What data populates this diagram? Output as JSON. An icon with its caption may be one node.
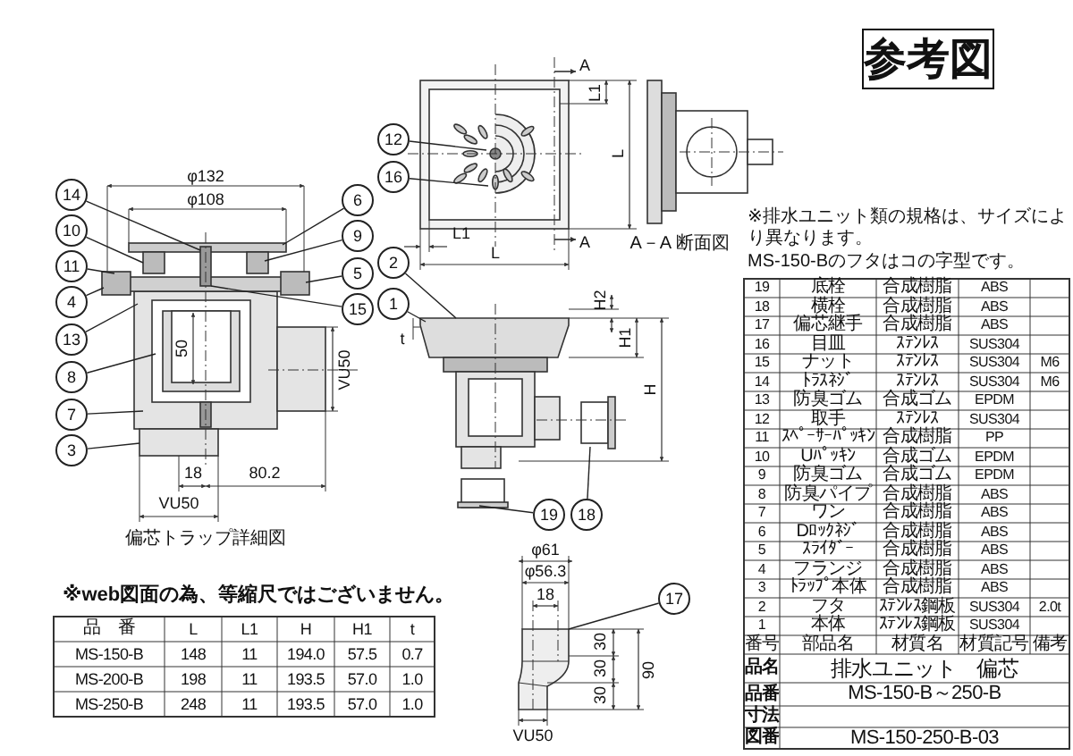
{
  "diagram": {
    "title": "参考図",
    "nodes": [
      {
        "text": [
          "14"
        ]
      },
      {
        "text": [
          "10"
        ]
      },
      {
        "text": [
          "11"
        ]
      },
      {
        "text": [
          "4"
        ]
      },
      {
        "text": [
          "13"
        ]
      },
      {
        "text": [
          "8"
        ]
      },
      {
        "text": [
          "7"
        ]
      },
      {
        "text": [
          "3"
        ]
      },
      {
        "text": [
          "6"
        ]
      },
      {
        "text": [
          "9"
        ]
      },
      {
        "text": [
          "5"
        ]
      },
      {
        "text": [
          "15"
        ]
      },
      {
        "text": [
          "12"
        ]
      },
      {
        "text": [
          "16"
        ]
      },
      {
        "text": [
          "2"
        ]
      },
      {
        "text": [
          "1"
        ]
      },
      {
        "text": [
          "19"
        ]
      },
      {
        "text": [
          "18"
        ]
      },
      {
        "text": [
          "17"
        ]
      },
      {
        "text": [],
        "shape": "picture"
      },
      {
        "text": [],
        "shape": "picture"
      },
      {
        "text": [],
        "shape": "picture"
      },
      {
        "text": [],
        "shape": "picture"
      }
    ],
    "edges": [
      {
        "from": 0,
        "to": 19,
        "arrow": "none"
      },
      {
        "from": 1,
        "to": 19,
        "arrow": "none"
      },
      {
        "from": 2,
        "to": 19,
        "arrow": "none"
      },
      {
        "from": 3,
        "to": 19,
        "arrow": "none"
      },
      {
        "from": 4,
        "to": 19,
        "arrow": "none"
      },
      {
        "from": 5,
        "to": 19,
        "arrow": "none"
      },
      {
        "from": 6,
        "to": 19,
        "arrow": "none"
      },
      {
        "from": 7,
        "to": 19,
        "arrow": "none"
      },
      {
        "from": 8,
        "to": 19,
        "arrow": "none"
      },
      {
        "from": 9,
        "to": 19,
        "arrow": "none"
      },
      {
        "from": 10,
        "to": 19,
        "arrow": "none"
      },
      {
        "from": 11,
        "to": 19,
        "arrow": "none"
      },
      {
        "from": 12,
        "to": 20,
        "arrow": "none"
      },
      {
        "from": 13,
        "to": 20,
        "arrow": "none"
      },
      {
        "from": 14,
        "to": 21,
        "arrow": "none"
      },
      {
        "from": 15,
        "to": 21,
        "arrow": "none"
      },
      {
        "from": 16,
        "to": 21,
        "arrow": "none"
      },
      {
        "from": 17,
        "to": 21,
        "arrow": "none"
      },
      {
        "from": 18,
        "to": 22,
        "arrow": "none"
      }
    ],
    "labels": [
      "φ132",
      "φ108",
      "50",
      "VU50",
      "18",
      "80.2",
      "VU50",
      "偏芯トラップ詳細図",
      "A",
      "L1",
      "L",
      "L1",
      "L",
      "A",
      "A－A 断面図",
      "H2",
      "H1",
      "H",
      "t",
      "※排水ユニット類の規格は、サイズにより異なります。",
      "MS-150-Bのフタはコの字型です。",
      "19",
      "底栓",
      "合成樹脂",
      "ABS",
      "18",
      "横栓",
      "合成樹脂",
      "ABS",
      "17",
      "偏芯継手",
      "合成樹脂",
      "ABS",
      "16",
      "目皿",
      "ｽﾃﾝﾚｽ",
      "SUS304",
      "15",
      "ナット",
      "ｽﾃﾝﾚｽ",
      "SUS304",
      "M6",
      "14",
      "ﾄﾗｽﾈｼﾞ",
      "ｽﾃﾝﾚｽ",
      "SUS304",
      "M6",
      "13",
      "防臭ゴム",
      "合成ゴム",
      "EPDM",
      "12",
      "取手",
      "ｽﾃﾝﾚｽ",
      "SUS304",
      "11",
      "ｽﾍﾟｰｻｰﾊﾟｯｷﾝ",
      "合成樹脂",
      "PP",
      "10",
      "Uﾊﾟｯｷﾝ",
      "合成ゴム",
      "EPDM",
      "9",
      "防臭ゴム",
      "合成ゴム",
      "EPDM",
      "8",
      "防臭パイプ",
      "合成樹脂",
      "ABS",
      "7",
      "ワン",
      "合成樹脂",
      "ABS",
      "6",
      "Dﾛｯｸﾈｼﾞ",
      "合成樹脂",
      "ABS",
      "5",
      "ｽﾗｲﾀﾞｰ",
      "合成樹脂",
      "ABS",
      "4",
      "フランジ",
      "合成樹脂",
      "ABS",
      "3",
      "ﾄﾗｯﾌﾟ本体",
      "合成樹脂",
      "ABS",
      "2",
      "フタ",
      "ｽﾃﾝﾚｽ鋼板",
      "SUS304",
      "2.0t",
      "1",
      "本体",
      "ｽﾃﾝﾚｽ鋼板",
      "SUS304",
      "番号",
      "部品名",
      "材質名",
      "材質記号",
      "備考",
      "品名",
      "排水ユニット　偏芯",
      "品番",
      "MS-150-B～250-B",
      "寸法",
      "図番",
      "MS-150-250-B-03",
      "※web図面の為、等縮尺ではございません。",
      "品　番",
      "L",
      "L1",
      "H",
      "H1",
      "t",
      "MS-150-B",
      "148",
      "11",
      "194.0",
      "57.5",
      "0.7",
      "MS-200-B",
      "198",
      "11",
      "193.5",
      "57.0",
      "1.0",
      "MS-250-B",
      "248",
      "11",
      "193.5",
      "57.0",
      "1.0",
      "φ61",
      "φ56.3",
      "18",
      "30",
      "30",
      "30",
      "90",
      "VU50"
    ]
  }
}
